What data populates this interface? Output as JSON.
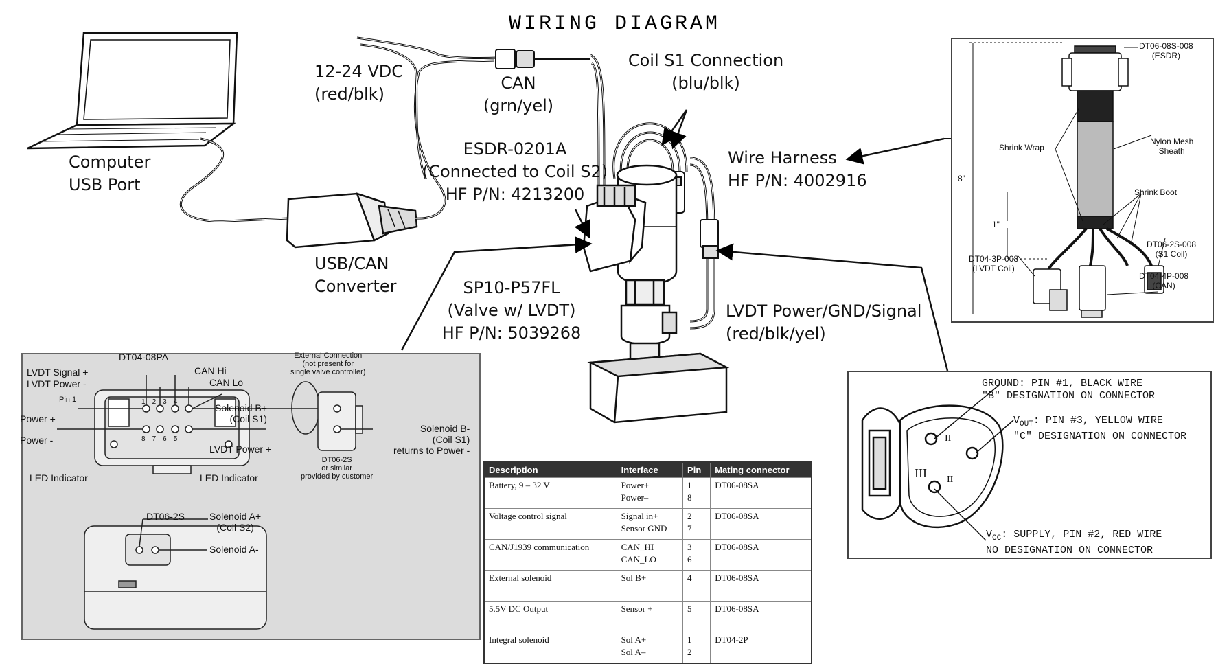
{
  "title": "WIRING DIAGRAM",
  "labels": {
    "power": [
      "12-24 VDC",
      "(red/blk)"
    ],
    "can": [
      "CAN",
      "(grn/yel)"
    ],
    "coil_s1": [
      "Coil S1 Connection",
      "(blu/blk)"
    ],
    "computer": [
      "Computer",
      "USB Port"
    ],
    "esdr": [
      "ESDR-0201A",
      "(Connected to Coil S2)",
      "HF P/N: 4213200"
    ],
    "harness": [
      "Wire Harness",
      "HF P/N: 4002916"
    ],
    "usbcan": [
      "USB/CAN",
      "Converter"
    ],
    "valve": [
      "SP10-P57FL",
      "(Valve w/ LVDT)",
      "HF P/N: 5039268"
    ],
    "lvdt": [
      "LVDT Power/GND/Signal",
      "(red/blk/yel)"
    ]
  },
  "harness_inset": {
    "esdr_conn": [
      "DT06-08S-008",
      "(ESDR)"
    ],
    "nylon": [
      "Nylon Mesh",
      "Sheath"
    ],
    "shrink_wrap": "Shrink Wrap",
    "length": "8\"",
    "shrink_boot": "Shrink Boot",
    "one_inch": "1\"",
    "s1_conn": [
      "DT06-2S-008",
      "(S1 Coil)"
    ],
    "lvdt_conn": [
      "DT04-3P-008",
      "(LVDT Coil)"
    ],
    "can_conn": [
      "DT04-4P-008",
      "(CAN)"
    ]
  },
  "threepin_inset": {
    "ground": [
      "GROUND: PIN #1, BLACK WIRE",
      "\"B\" DESIGNATION ON CONNECTOR"
    ],
    "vout": [
      "V",
      "OUT",
      ": PIN #3, YELLOW WIRE",
      "\"C\" DESIGNATION ON CONNECTOR"
    ],
    "vcc": [
      "V",
      "CC",
      ": SUPPLY, PIN #2, RED WIRE",
      "NO DESIGNATION ON CONNECTOR"
    ],
    "numerals": [
      "III",
      "II",
      "II"
    ]
  },
  "pinout": {
    "connector": "DT04-08PA",
    "lvdt_signal": "LVDT Signal +",
    "lvdt_power_minus": "LVDT Power -",
    "can_hi": "CAN Hi",
    "can_lo": "CAN Lo",
    "pin1": "Pin 1",
    "power_plus": "Power +",
    "power_minus": "Power -",
    "sol_b_plus": [
      "Solenoid B+",
      "(Coil S1)"
    ],
    "lvdt_power_plus": "LVDT Power +",
    "led_left": "LED Indicator",
    "led_right": "LED Indicator",
    "top_pins": [
      "1",
      "2",
      "3",
      "4"
    ],
    "bottom_pins": [
      "8",
      "7",
      "6",
      "5"
    ],
    "ext_conn": [
      "External Connection",
      "(not present for",
      "single valve controller)"
    ],
    "sol_b_minus": [
      "Solenoid B-",
      "(Coil S1)",
      "returns to Power -"
    ],
    "dt06_2s_note": [
      "DT06-2S",
      "or similar",
      "provided by customer"
    ],
    "dt06_2s": "DT06-2S",
    "sol_a_plus": [
      "Solenoid A+",
      "(Coil S2)"
    ],
    "sol_a_minus": "Solenoid A-"
  },
  "table": {
    "headers": [
      "Description",
      "Interface",
      "Pin",
      "Mating connector"
    ],
    "rows": [
      {
        "desc": "Battery, 9 – 32 V",
        "iface": [
          "Power+",
          "Power–"
        ],
        "pin": [
          "1",
          "8"
        ],
        "conn": "DT06-08SA"
      },
      {
        "desc": "Voltage control signal",
        "iface": [
          "Signal in+",
          "Sensor GND"
        ],
        "pin": [
          "2",
          "7"
        ],
        "conn": "DT06-08SA"
      },
      {
        "desc": "CAN/J1939 communication",
        "iface": [
          "CAN_HI",
          "CAN_LO"
        ],
        "pin": [
          "3",
          "6"
        ],
        "conn": "DT06-08SA"
      },
      {
        "desc": "External solenoid",
        "iface": [
          "Sol B+"
        ],
        "pin": [
          "4"
        ],
        "conn": "DT06-08SA"
      },
      {
        "desc": "5.5V DC Output",
        "iface": [
          "Sensor +"
        ],
        "pin": [
          "5"
        ],
        "conn": "DT06-08SA"
      },
      {
        "desc": "Integral solenoid",
        "iface": [
          "Sol A+",
          "Sol A–"
        ],
        "pin": [
          "1",
          "2"
        ],
        "conn": "DT04-2P"
      }
    ]
  }
}
